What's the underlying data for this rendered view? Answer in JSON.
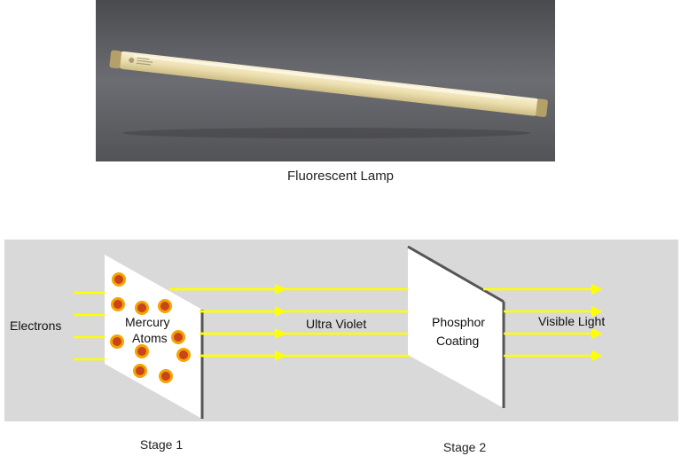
{
  "photo": {
    "caption": "Fluorescent Lamp",
    "colors": {
      "bg": "#5d5e62",
      "tube": "#efe3b8",
      "cap": "#c9bc86"
    }
  },
  "diagram": {
    "background": "#d9d9d9",
    "arrow_color": "#ffff00",
    "atom_fill": "#c8441a",
    "atom_ring": "#f5a300",
    "labels": {
      "electrons": "Electrons",
      "mercury_line1": "Mercury",
      "mercury_line2": "Atoms",
      "ultra_violet": "Ultra Violet",
      "phosphor_line1": "Phosphor",
      "phosphor_line2": "Coating",
      "visible_light": "Visible Light",
      "stage1": "Stage 1",
      "stage2": "Stage 2"
    }
  }
}
